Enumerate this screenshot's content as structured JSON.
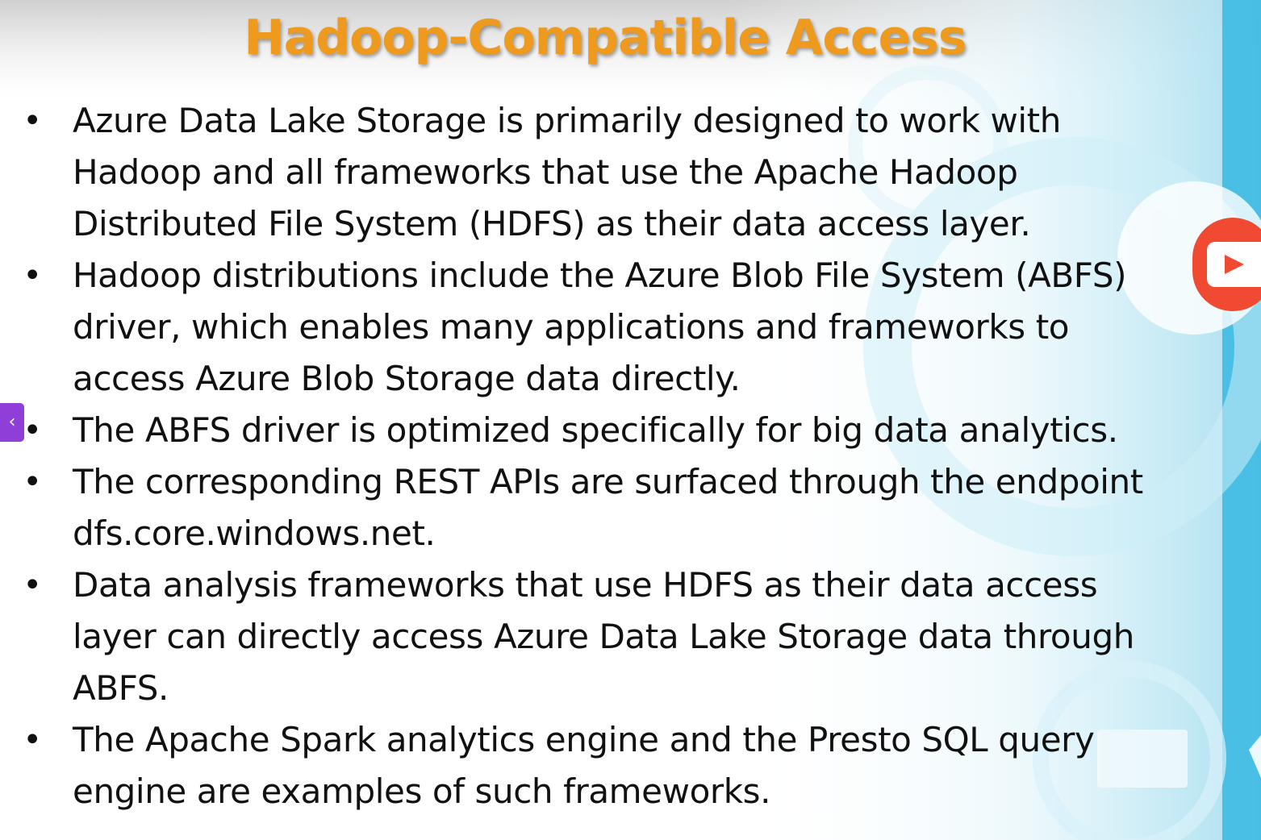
{
  "slide": {
    "title": "Hadoop-Compatible Access",
    "bullets": [
      "Azure Data Lake Storage is primarily designed to work with Hadoop and all frameworks that use the Apache Hadoop Distributed File System (HDFS) as their data access layer.",
      "Hadoop distributions include the Azure Blob File System (ABFS) driver, which enables many applications and frameworks to access Azure Blob Storage data directly.",
      "The ABFS driver is optimized specifically for big data analytics.",
      "The corresponding REST APIs are surfaced through the endpoint dfs.core.windows.net.",
      "Data analysis frameworks that use HDFS as their data access layer can directly access Azure Data Lake Storage data through ABFS.",
      "The Apache Spark analytics engine and the Presto SQL query engine are examples of such frameworks."
    ],
    "bullet_symbol": "•"
  },
  "overlay": {
    "side_tab_glyph": "‹",
    "side_tab_icon": "chevron-left-icon",
    "badge_icon": "play-button-icon"
  },
  "colors": {
    "title": "#ed9a1f",
    "text": "#111111",
    "side_tab": "#8f3fd8",
    "accent_right": "#2bb3e0",
    "badge": "#f04a32"
  }
}
